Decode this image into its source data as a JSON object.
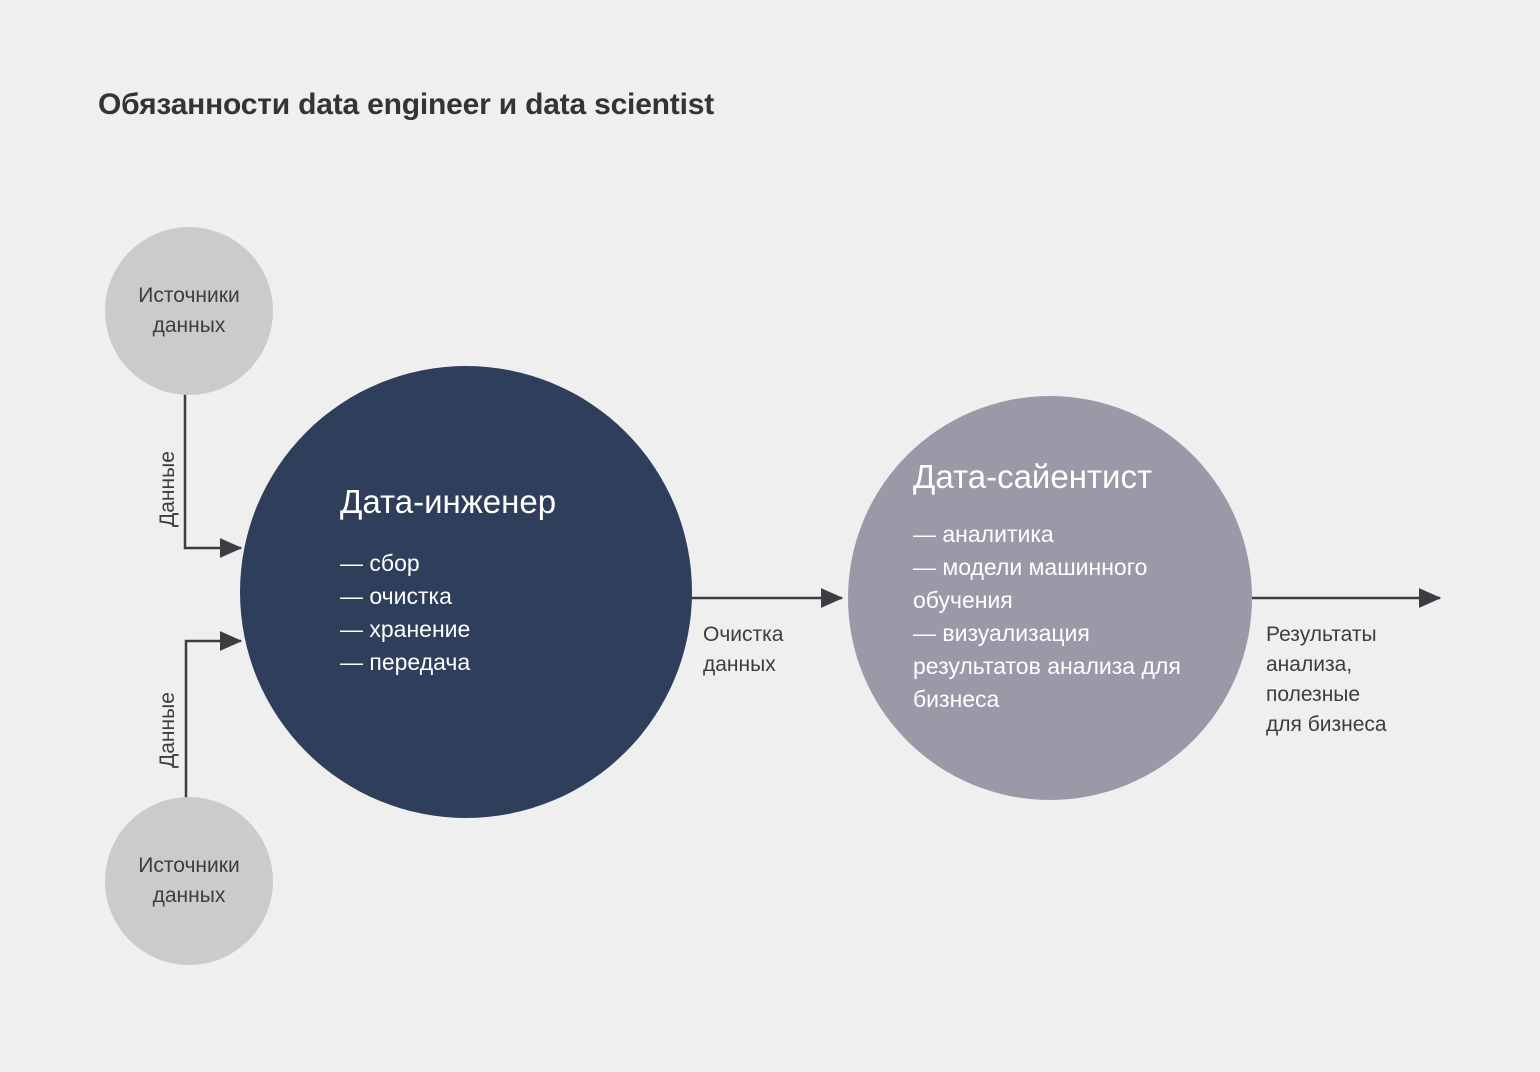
{
  "page": {
    "title": "Обязанности data engineer и data scientist",
    "background_color": "#efefef",
    "text_color": "#3c3c42"
  },
  "colors": {
    "engineer_circle": "#2f3e5a",
    "scientist_circle": "#9a99a8",
    "source_circle": "#cbcbcb",
    "connector": "#3c3c42"
  },
  "sources": {
    "top": {
      "line1": "Источники",
      "line2": "данных"
    },
    "bottom": {
      "line1": "Источники",
      "line2": "данных"
    }
  },
  "engineer": {
    "title": "Дата-инженер",
    "items": [
      "— сбор",
      "— очистка",
      "— хранение",
      "— передача"
    ]
  },
  "scientist": {
    "title": "Дата-сайентист",
    "items": [
      "— аналитика",
      "— модели машинного обучения",
      "— визуализация результатов анализа для бизнеса"
    ]
  },
  "flows": {
    "data_top": "Данные",
    "data_bottom": "Данные",
    "cleaning": {
      "line1": "Очистка",
      "line2": "данных"
    },
    "results": {
      "line1": "Результаты",
      "line2": "анализа,",
      "line3": "полезные",
      "line4": "для бизнеса"
    }
  }
}
